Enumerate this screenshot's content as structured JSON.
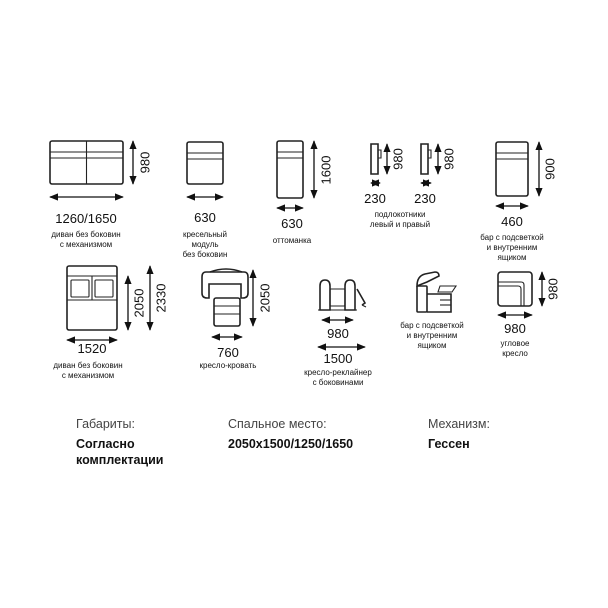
{
  "modules": [
    {
      "id": "sofa",
      "width": "1260/1650",
      "depth": "980",
      "caption": [
        "диван без боковин",
        "с механизмом"
      ]
    },
    {
      "id": "chair-module",
      "width": "630",
      "caption": [
        "кресельный",
        "модуль",
        "без боковин"
      ]
    },
    {
      "id": "ottoman",
      "width": "630",
      "depth": "1600",
      "caption": [
        "оттоманка"
      ]
    },
    {
      "id": "armrests",
      "width_left": "230",
      "depth_left": "980",
      "width_right": "230",
      "depth_right": "980",
      "caption": [
        "подлокотники",
        "левый и правый"
      ]
    },
    {
      "id": "bar-1",
      "width": "460",
      "depth": "900",
      "caption": [
        "бар с подсветкой",
        "и внутренним",
        "ящиком"
      ]
    },
    {
      "id": "sofa-open",
      "width": "1520",
      "depth_inner": "2050",
      "depth_outer": "2330",
      "caption": [
        "диван без боковин",
        "с механизмом"
      ]
    },
    {
      "id": "chair-bed",
      "width": "760",
      "depth": "2050",
      "caption": [
        "кресло-кровать"
      ]
    },
    {
      "id": "recliner",
      "width_inner": "980",
      "width_outer": "1500",
      "caption": [
        "кресло-реклайнер",
        "с боковинами"
      ]
    },
    {
      "id": "bar-2",
      "caption": [
        "бар с подсветкой",
        "и внутренним",
        "ящиком"
      ]
    },
    {
      "id": "corner-chair",
      "width": "980",
      "depth": "980",
      "caption": [
        "угловое",
        "кресло"
      ]
    }
  ],
  "info": {
    "dimensions_label": "Габариты:",
    "dimensions_value": [
      "Согласно",
      "комплектации"
    ],
    "sleeping_label": "Спальное место:",
    "sleeping_value": "2050x1500/1250/1650",
    "mechanism_label": "Механизм:",
    "mechanism_value": "Гессен"
  }
}
